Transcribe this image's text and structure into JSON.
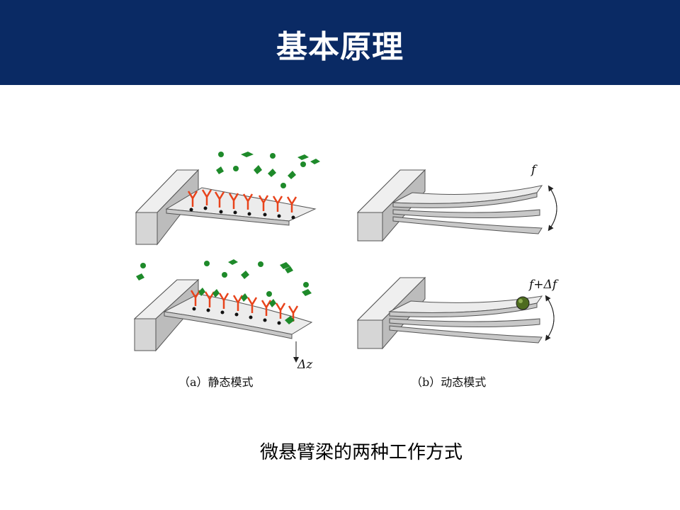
{
  "slide": {
    "title": "基本原理",
    "caption": "微悬臂梁的两种工作方式"
  },
  "figure": {
    "label_a": "（a）静态模式",
    "label_b": "（b）动态模式",
    "label_f": "f",
    "label_f_delta": "f+Δf",
    "label_delta_z": "Δz"
  },
  "colors": {
    "header": "#0a2a64",
    "antibody": "#e8431b",
    "antigen": "#1e8a2a",
    "beam": "#d9d9d9"
  }
}
